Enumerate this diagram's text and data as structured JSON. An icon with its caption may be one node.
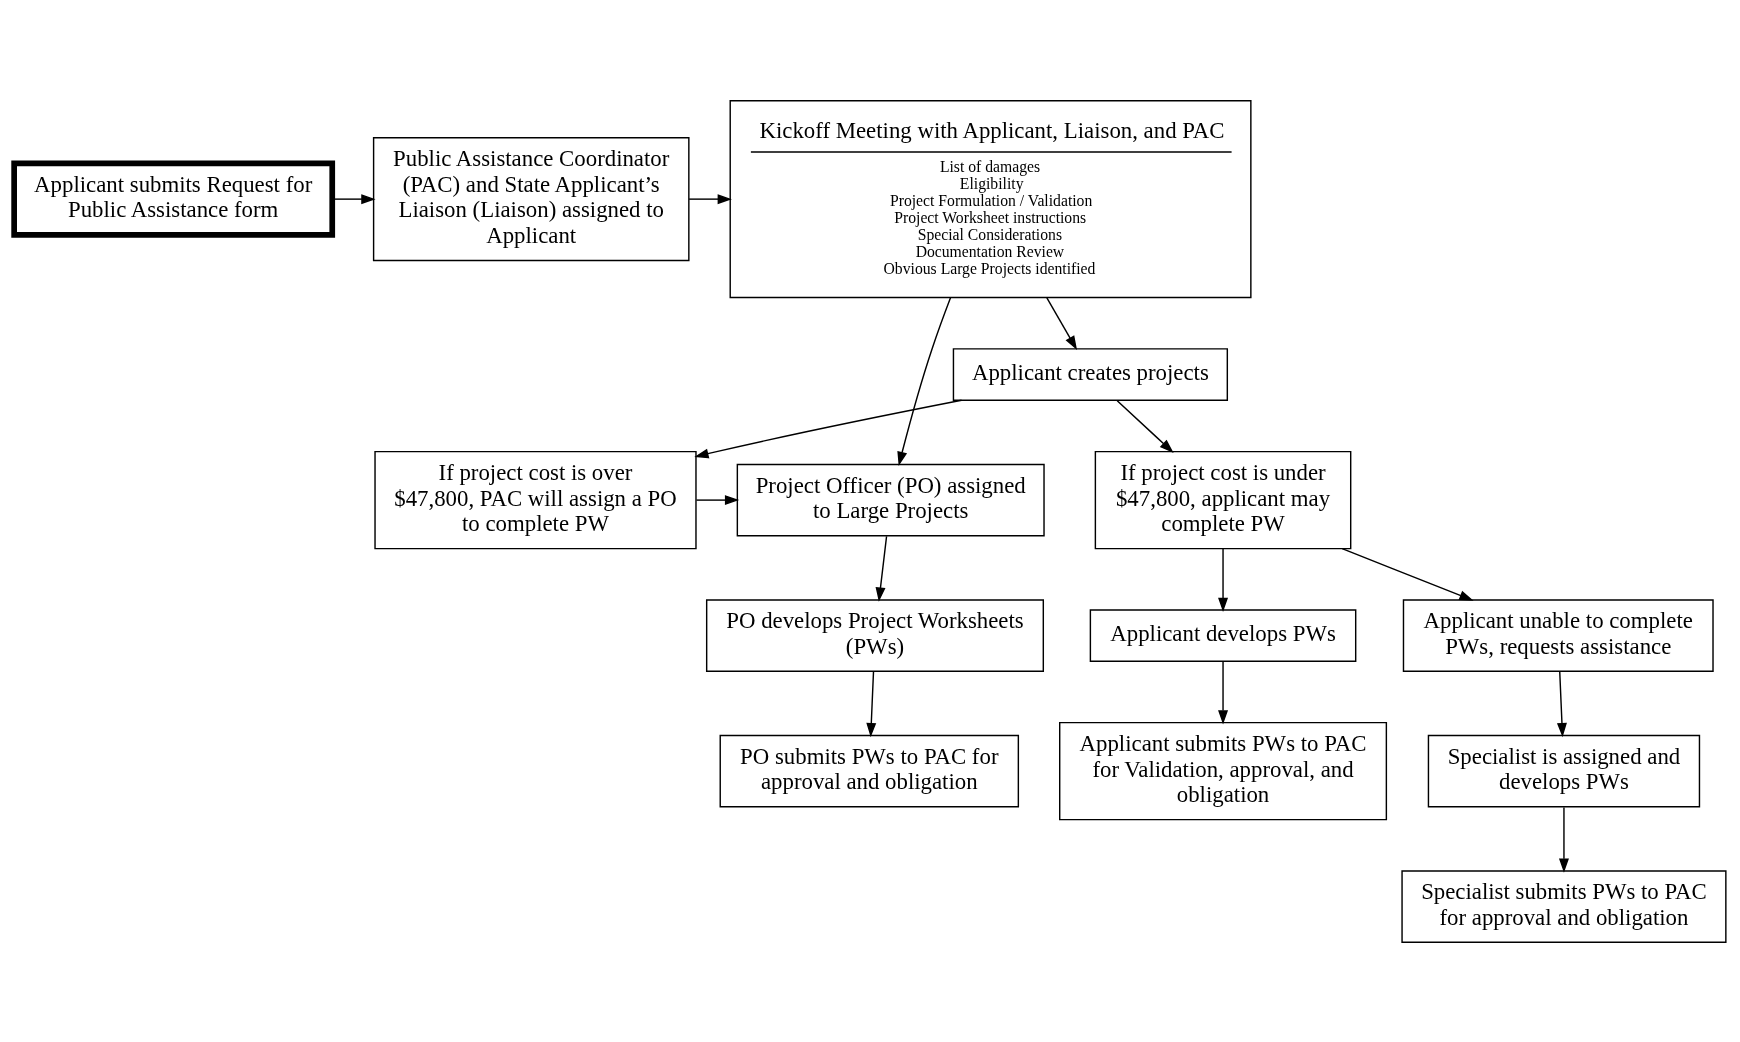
{
  "diagram": {
    "nodes": [
      {
        "text": [
          "Applicant submits Request for Public Assistance form"
        ]
      },
      {
        "text": [
          "Public Assistance Coordinator (PAC) and State Applicant’s Liaison (Liaison) assigned to Applicant"
        ]
      },
      {
        "text": [
          "Kickoff Meeting with Applicant, Liaison, and PAC",
          "List of damages",
          "Eligibility",
          "Project Formulation / Validation",
          "Project Worksheet instructions",
          "Special Considerations",
          "Documentation Review",
          "Obvious Large Projects identified"
        ]
      },
      {
        "text": [
          "Project Officer (PO) assigned to Large Projects"
        ]
      },
      {
        "text": [
          "Applicant creates projects"
        ]
      },
      {
        "text": [
          "If project cost is over $47,800, PAC will assign a PO to complete PW"
        ]
      },
      {
        "text": [
          "If project cost is under $47,800, applicant may complete PW"
        ]
      },
      {
        "text": [
          "PO develops Project Worksheets (PWs)"
        ]
      },
      {
        "text": [
          "Applicant unable to complete PWs, requests assistance"
        ]
      },
      {
        "text": [
          "Applicant develops PWs"
        ]
      },
      {
        "text": [
          "PO submits PWs to PAC for approval and obligation"
        ]
      },
      {
        "text": [
          "Specialist is assigned and develops PWs"
        ]
      },
      {
        "text": [
          "Applicant submits PWs to PAC for Validation, approval, and obligation"
        ]
      },
      {
        "text": [
          "Specialist submits PWs to PAC for approval and obligation"
        ]
      }
    ],
    "edges": [
      {
        "from": 0,
        "to": 1,
        "arrow": "to"
      },
      {
        "from": 1,
        "to": 2,
        "arrow": "to"
      },
      {
        "from": 2,
        "to": 3,
        "arrow": "to"
      },
      {
        "from": 2,
        "to": 4,
        "arrow": "to"
      },
      {
        "from": 4,
        "to": 5,
        "arrow": "to"
      },
      {
        "from": 4,
        "to": 6,
        "arrow": "to"
      },
      {
        "from": 5,
        "to": 3,
        "arrow": "to"
      },
      {
        "from": 3,
        "to": 7,
        "arrow": "to"
      },
      {
        "from": 7,
        "to": 10,
        "arrow": "to"
      },
      {
        "from": 6,
        "to": 8,
        "arrow": "to"
      },
      {
        "from": 6,
        "to": 9,
        "arrow": "to"
      },
      {
        "from": 8,
        "to": 11,
        "arrow": "to"
      },
      {
        "from": 11,
        "to": 13,
        "arrow": "to"
      },
      {
        "from": 9,
        "to": 12,
        "arrow": "to"
      }
    ]
  }
}
